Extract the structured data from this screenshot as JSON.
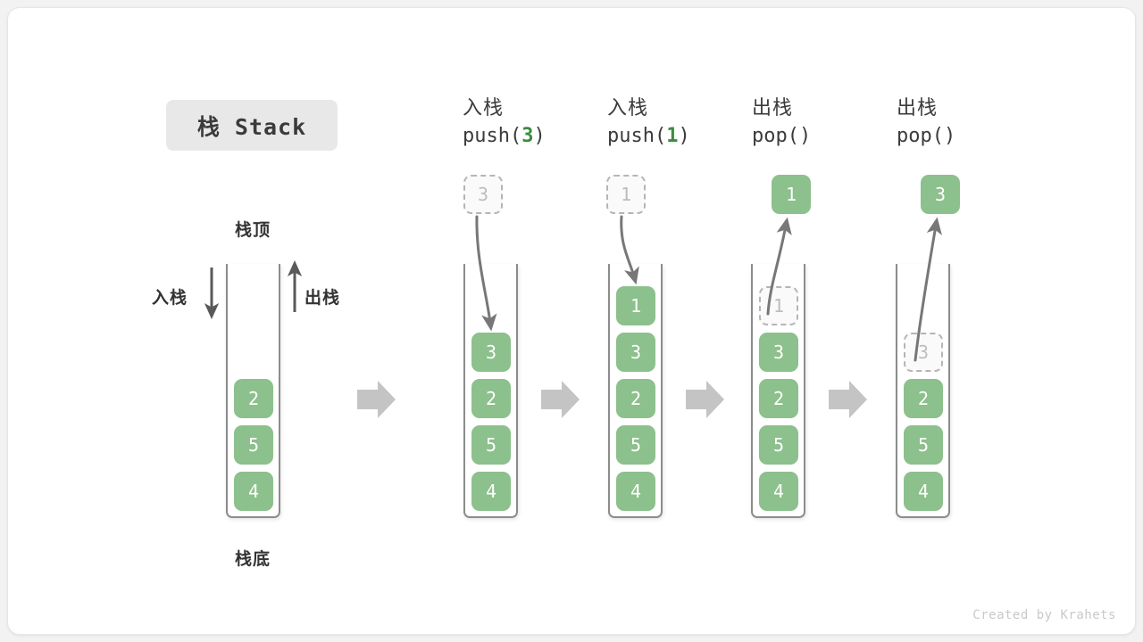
{
  "figure": {
    "title_chip": "栈 Stack",
    "footer": "Created by Krahets",
    "colors": {
      "element_fill": "#8cc08c",
      "element_text": "#ffffff",
      "ghost_border": "#b5b5b5",
      "ghost_text": "#bdbdbd",
      "accent_number": "#3c8c40",
      "container_stroke": "#8c8c8c",
      "transition_arrow": "#c4c4c4",
      "card_background": "#ffffff",
      "page_background": "#f2f2f2"
    }
  },
  "initial_stack": {
    "top_label": "栈顶",
    "bottom_label": "栈底",
    "push_label": "入栈",
    "pop_label": "出栈",
    "push_arrow_icon": "arrow-down-icon",
    "pop_arrow_icon": "arrow-up-icon",
    "elements": [
      "2",
      "5",
      "4"
    ]
  },
  "stages": [
    {
      "id": "push-3",
      "op_cn": "入栈",
      "op_code_prefix": "push(",
      "op_code_arg": "3",
      "op_code_suffix": ")",
      "floating_value": "3",
      "floating_style": "ghost",
      "motion": "down",
      "elements": [
        "3",
        "2",
        "5",
        "4"
      ],
      "ghost_index": -1
    },
    {
      "id": "push-1",
      "op_cn": "入栈",
      "op_code_prefix": "push(",
      "op_code_arg": "1",
      "op_code_suffix": ")",
      "floating_value": "1",
      "floating_style": "ghost",
      "motion": "down",
      "elements": [
        "1",
        "3",
        "2",
        "5",
        "4"
      ],
      "ghost_index": -1
    },
    {
      "id": "pop-1",
      "op_cn": "出栈",
      "op_code_prefix": "pop(",
      "op_code_arg": "",
      "op_code_suffix": ")",
      "floating_value": "1",
      "floating_style": "solid",
      "motion": "up",
      "elements": [
        "1",
        "3",
        "2",
        "5",
        "4"
      ],
      "ghost_index": 0
    },
    {
      "id": "pop-3",
      "op_cn": "出栈",
      "op_code_prefix": "pop(",
      "op_code_arg": "",
      "op_code_suffix": ")",
      "floating_value": "3",
      "floating_style": "solid",
      "motion": "up",
      "elements": [
        "3",
        "2",
        "5",
        "4"
      ],
      "ghost_index": 0
    }
  ],
  "transitions": [
    {
      "icon": "block-arrow-right-icon"
    },
    {
      "icon": "block-arrow-right-icon"
    },
    {
      "icon": "block-arrow-right-icon"
    },
    {
      "icon": "block-arrow-right-icon"
    }
  ]
}
